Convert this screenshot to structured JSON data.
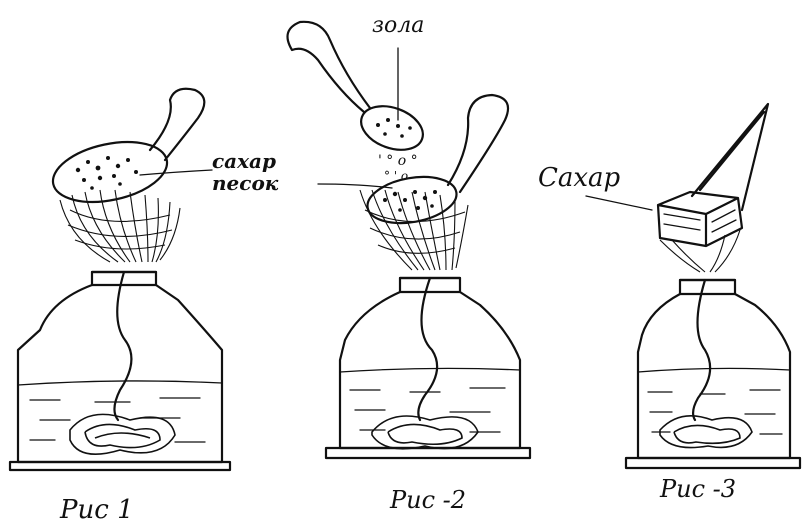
{
  "labels": {
    "fig1": "Рис 1",
    "fig2": "Рис -2",
    "fig3": "Рис -3",
    "ash": "зола",
    "sugar_sand_line1": "сахар",
    "sugar_sand_line2": "песок",
    "sugar": "Сахар"
  }
}
